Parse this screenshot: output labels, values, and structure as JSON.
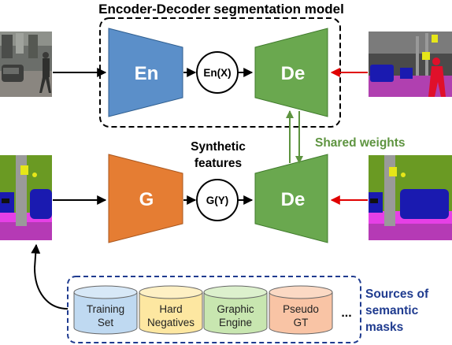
{
  "title": "Encoder-Decoder segmentation model",
  "encoder_label": "En",
  "decoder_label": "De",
  "generator_label": "G",
  "encoder_feature_label": "En(X)",
  "generator_feature_label": "G(Y)",
  "synthetic_features_line1": "Synthetic",
  "synthetic_features_line2": "features",
  "shared_weights_label": "Shared weights",
  "sources_line1": "Sources of",
  "sources_line2": "semantic",
  "sources_line3": "masks",
  "sources": [
    {
      "line1": "Training",
      "line2": "Set",
      "fill": "#bfd9f1"
    },
    {
      "line1": "Hard",
      "line2": "Negatives",
      "fill": "#fde7a1"
    },
    {
      "line1": "Graphic",
      "line2": "Engine",
      "fill": "#c8e6b0"
    },
    {
      "line1": "Pseudo",
      "line2": "GT",
      "fill": "#f9c4a5"
    }
  ],
  "sources_ellipsis": "...",
  "colors": {
    "encoder": "#5b8fc9",
    "decoder": "#6aa84f",
    "generator": "#e57d33",
    "shared_arrow": "#5e9440",
    "sources_box": "#1f3b8f",
    "mask_arrow": "#e00000"
  },
  "images": {
    "street_photo": "street-photo",
    "semantic_mask": "semantic-mask"
  }
}
